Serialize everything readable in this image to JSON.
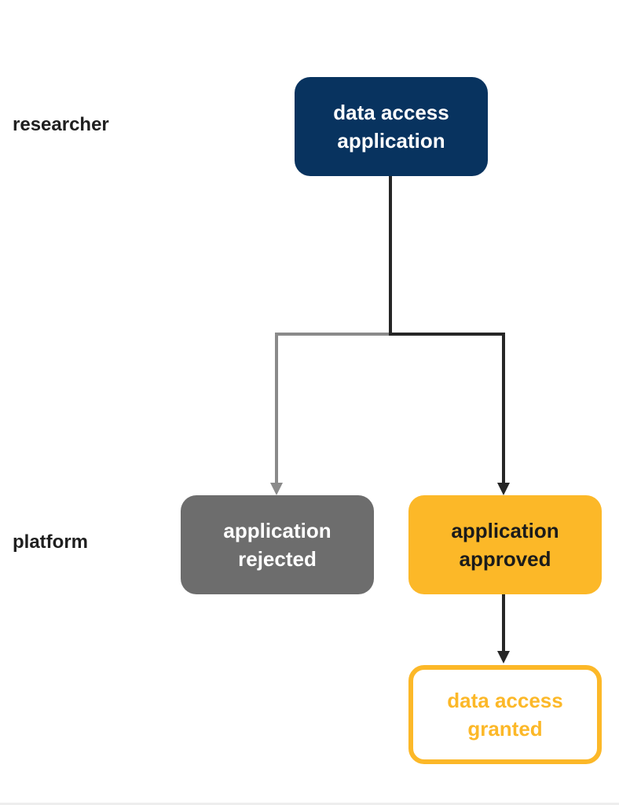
{
  "lanes": {
    "researcher": "researcher",
    "platform": "platform"
  },
  "nodes": {
    "application": {
      "line1": "data access",
      "line2": "application"
    },
    "rejected": {
      "line1": "application",
      "line2": "rejected"
    },
    "approved": {
      "line1": "application",
      "line2": "approved"
    },
    "granted": {
      "line1": "data access",
      "line2": "granted"
    }
  },
  "colors": {
    "navy": "#08335f",
    "gray": "#6d6d6d",
    "yellow": "#fcb828",
    "dark_connector": "#262626",
    "gray_connector": "#8a8a8a"
  },
  "edges": [
    {
      "from": "application",
      "to": "rejected",
      "style": "gray"
    },
    {
      "from": "application",
      "to": "approved",
      "style": "dark"
    },
    {
      "from": "approved",
      "to": "granted",
      "style": "dark"
    }
  ]
}
